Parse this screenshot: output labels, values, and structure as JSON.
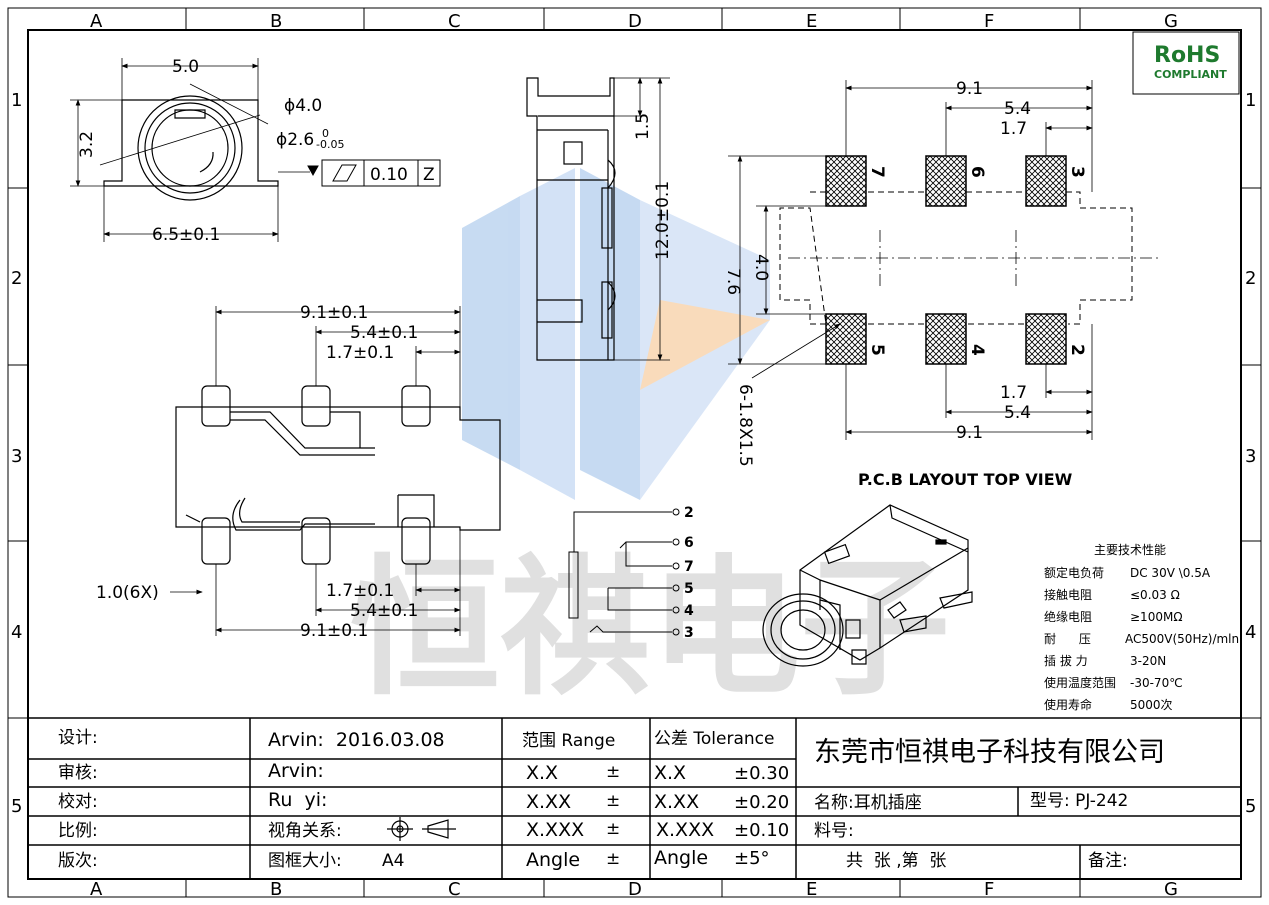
{
  "border": {
    "columns": [
      "A",
      "B",
      "C",
      "D",
      "E",
      "F",
      "G"
    ],
    "rows": [
      "1",
      "2",
      "3",
      "4",
      "5"
    ]
  },
  "logo": {
    "line1": "RoHS",
    "line2": "COMPLIANT"
  },
  "front_view": {
    "width": "5.0",
    "height": "3.2",
    "dia_outer": "ϕ4.0",
    "dia_inner": "ϕ2.6",
    "tol_upper": "0",
    "tol_lower": "-0.05",
    "base_width": "6.5±0.1",
    "flatness_value": "0.10",
    "flatness_datum": "Z"
  },
  "side_view": {
    "dim_top": "1.5",
    "dim_height": "12.0±0.1"
  },
  "top_view": {
    "dim_1": "9.1±0.1",
    "dim_2": "5.4±0.1",
    "dim_3": "1.7±0.1",
    "dim_4": "1.7±0.1",
    "dim_5": "5.4±0.1",
    "dim_6": "9.1±0.1",
    "pin_width": "1.0(6X)"
  },
  "pcb": {
    "dim_top_1": "9.1",
    "dim_top_2": "5.4",
    "dim_top_3": "1.7",
    "dim_bot_1": "1.7",
    "dim_bot_2": "5.4",
    "dim_bot_3": "9.1",
    "dim_v1": "7.6",
    "dim_v2": "4.0",
    "pad_size": "6-1.8X1.5",
    "pad_labels": [
      "7",
      "6",
      "3",
      "5",
      "4",
      "2"
    ],
    "caption": "P.C.B LAYOUT TOP VIEW"
  },
  "schematic": {
    "pins": [
      "2",
      "6",
      "7",
      "5",
      "4",
      "3"
    ]
  },
  "specs": {
    "title": "主要技术性能",
    "rows": [
      {
        "label": "额定电负荷",
        "value": "DC 30V \\0.5A"
      },
      {
        "label": "接触电阻",
        "value": "≤0.03 Ω"
      },
      {
        "label": "绝缘电阻",
        "value": "≥100MΩ"
      },
      {
        "label": "耐      压",
        "value": "AC500V(50Hz)/mln"
      },
      {
        "label": "插 拔 力",
        "value": "3-20N"
      },
      {
        "label": "使用温度范围",
        "value": "-30-70℃"
      },
      {
        "label": "使用寿命",
        "value": "5000次"
      }
    ]
  },
  "watermark": {
    "text": "恒祺电子"
  },
  "title_block": {
    "design_label": "设计:",
    "design_value": "Arvin:  2016.03.08",
    "review_label": "审核:",
    "review_value": "Arvin:",
    "check_label": "校对:",
    "check_value": "Ru  yi:",
    "scale_label": "比例:",
    "view_label": "视角关系:",
    "version_label": "版次:",
    "frame_label": "图框大小:",
    "frame_value": "A4",
    "range_header": "范围 Range",
    "tol_header": "公差 Tolerance",
    "range_rows": [
      {
        "fmt": "X.X",
        "sym": "±"
      },
      {
        "fmt": "X.XX",
        "sym": "±"
      },
      {
        "fmt": "X.XXX",
        "sym": "±"
      },
      {
        "fmt": "Angle",
        "sym": "±"
      }
    ],
    "tol_rows": [
      {
        "fmt": "X.X",
        "val": "±0.30"
      },
      {
        "fmt": "X.XX",
        "val": "±0.20"
      },
      {
        "fmt": "X.XXX",
        "val": "±0.10"
      },
      {
        "fmt": "Angle",
        "val": "±5°"
      }
    ],
    "company": "东莞市恒祺电子科技有限公司",
    "name_label": "名称:耳机插座",
    "model_label": "型号: PJ-242",
    "material_label": "料号:",
    "sheet_text": "共  张 ,第  张",
    "remark_label": "备注:"
  }
}
